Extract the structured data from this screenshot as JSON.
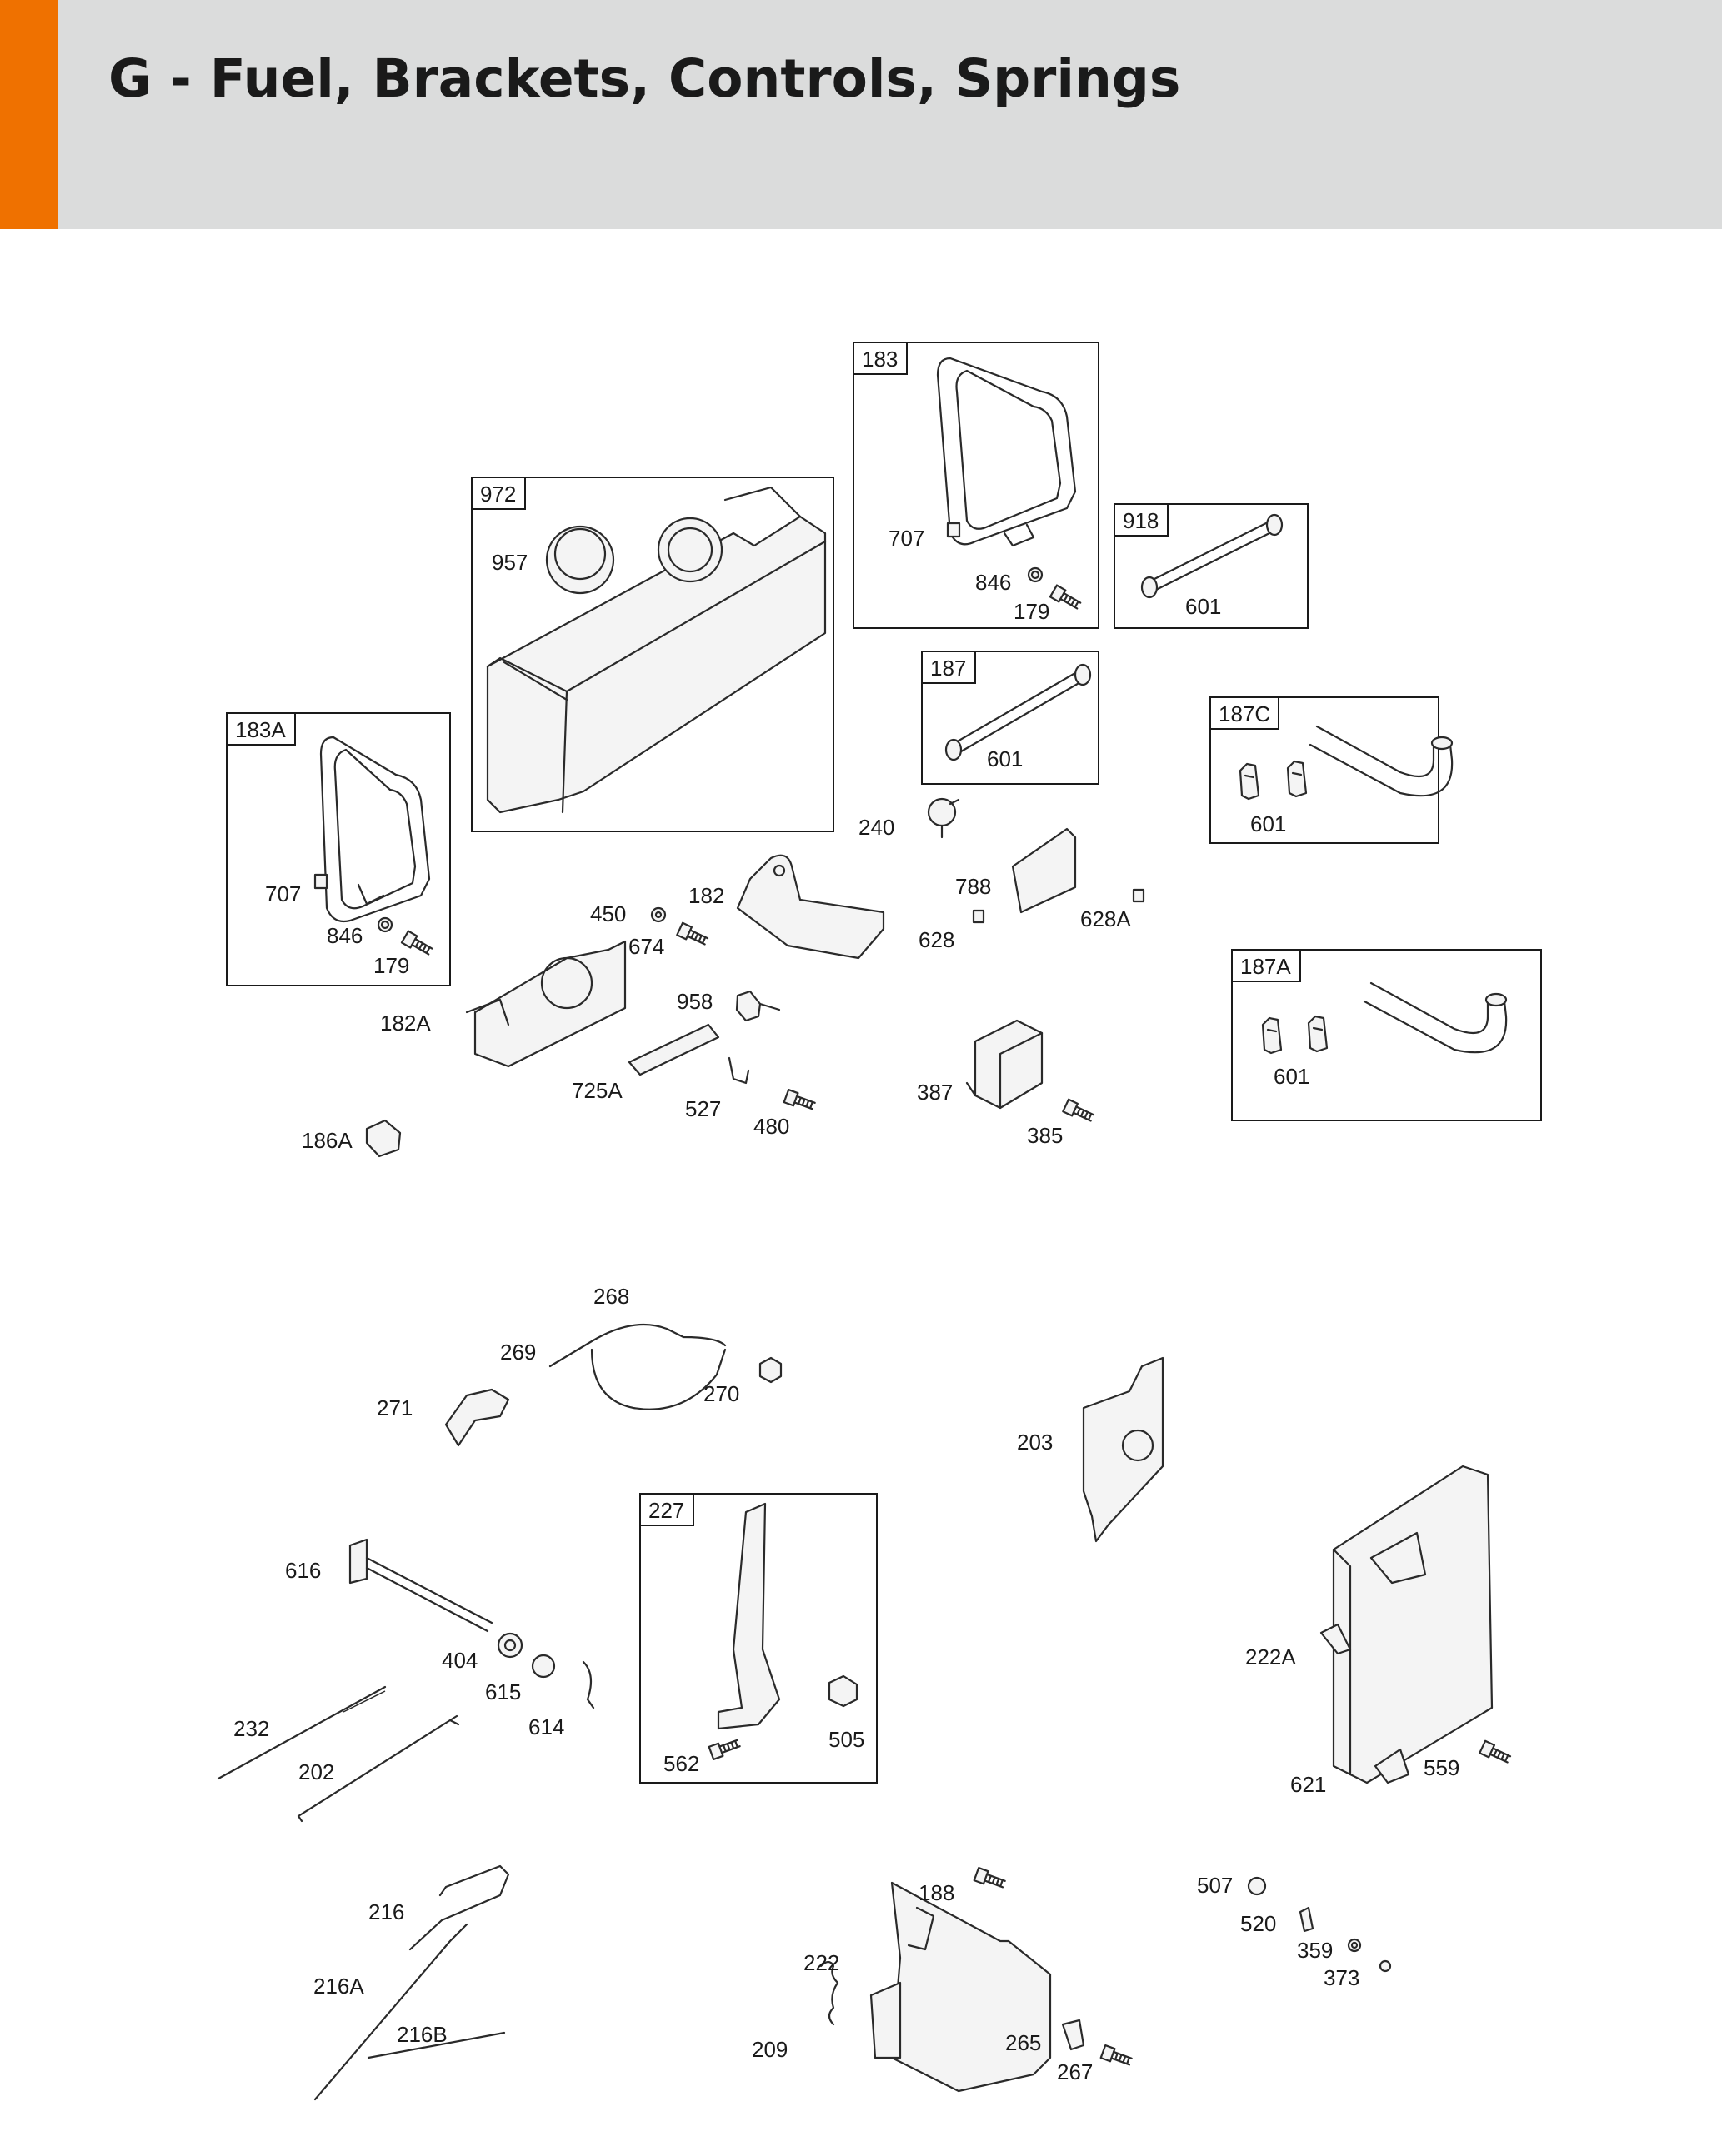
{
  "header": {
    "title": "G - Fuel, Brackets, Controls, Springs",
    "accent_color": "#ef7100",
    "background_color": "#dbdcdc"
  },
  "diagram": {
    "groups": [
      {
        "id": "972",
        "items": [
          "957"
        ]
      },
      {
        "id": "183",
        "items": [
          "707",
          "846",
          "179"
        ]
      },
      {
        "id": "918",
        "items": [
          "601"
        ]
      },
      {
        "id": "187",
        "items": [
          "601"
        ]
      },
      {
        "id": "187C",
        "items": [
          "601"
        ]
      },
      {
        "id": "183A",
        "items": [
          "707",
          "846",
          "179"
        ]
      },
      {
        "id": "187A",
        "items": [
          "601"
        ]
      },
      {
        "id": "227",
        "items": [
          "562",
          "505"
        ]
      }
    ],
    "parts": [
      "240",
      "788",
      "628",
      "628A",
      "450",
      "182",
      "674",
      "958",
      "182A",
      "725A",
      "527",
      "480",
      "387",
      "385",
      "186A",
      "268",
      "269",
      "270",
      "271",
      "203",
      "616",
      "404",
      "615",
      "614",
      "232",
      "202",
      "216",
      "216A",
      "216B",
      "188",
      "222",
      "209",
      "265",
      "267",
      "222A",
      "621",
      "559",
      "507",
      "520",
      "359",
      "373"
    ]
  }
}
